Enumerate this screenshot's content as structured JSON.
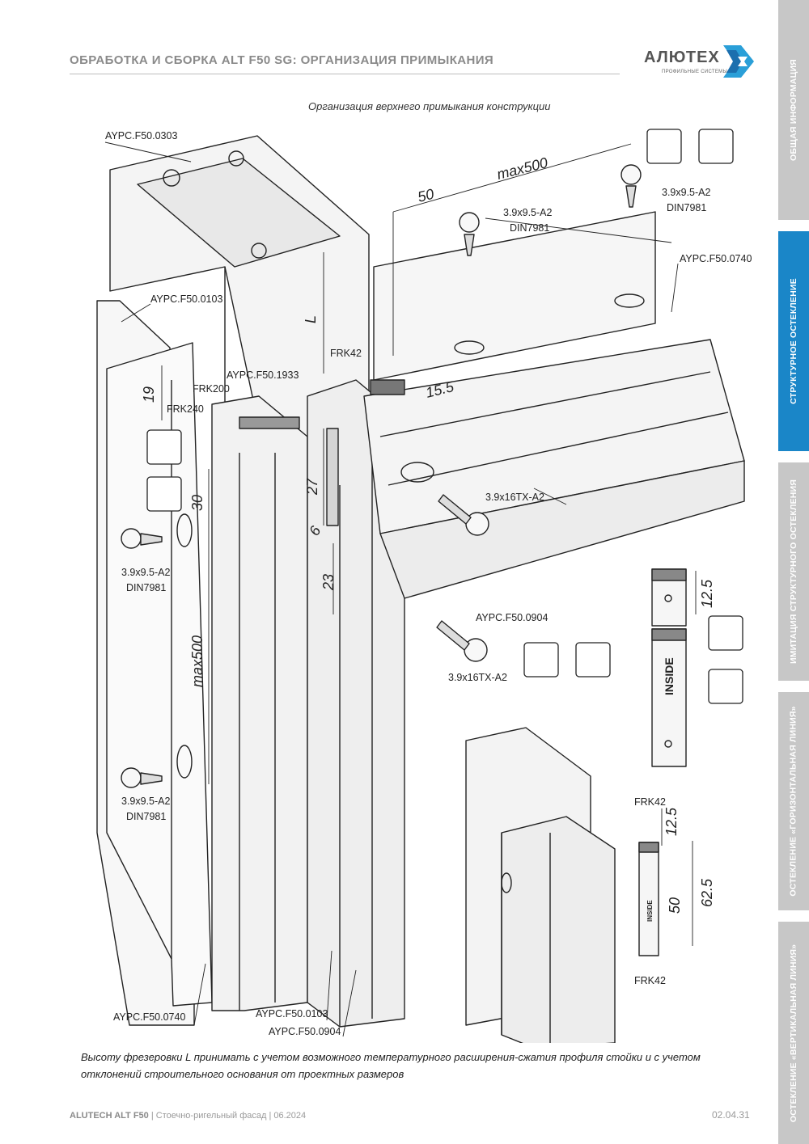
{
  "header": {
    "title": "ОБРАБОТКА И СБОРКА ALT F50 SG: ОРГАНИЗАЦИЯ ПРИМЫКАНИЯ",
    "logo_text": "АЛЮТЕХ",
    "logo_sub": "ПРОФИЛЬНЫЕ СИСТЕМЫ"
  },
  "sidebar": {
    "tabs": [
      {
        "label": "ОБЩАЯ ИНФОРМАЦИЯ",
        "active": false
      },
      {
        "label": "СТРУКТУРНОЕ ОСТЕКЛЕНИЕ",
        "active": true
      },
      {
        "label": "ИМИТАЦИЯ СТРУКТУРНОГО ОСТЕКЛЕНИЯ",
        "active": false
      },
      {
        "label": "ОСТЕКЛЕНИЕ «ГОРИЗОНТАЛЬНАЯ ЛИНИЯ»",
        "active": false
      },
      {
        "label": "ОСТЕКЛЕНИЕ «ВЕРТИКАЛЬНАЯ ЛИНИЯ»",
        "active": false
      }
    ],
    "active_color": "#1a86c8",
    "inactive_color": "#c7c7c7"
  },
  "drawing": {
    "caption": "Организация верхнего примыкания конструкции",
    "labels": {
      "p0303": "AYPC.F50.0303",
      "p0103_top": "AYPC.F50.0103",
      "p0740_top": "AYPC.F50.0740",
      "p1933": "AYPC.F50.1933",
      "frk42_top": "FRK42",
      "frk200": "FRK200",
      "frk240": "FRK240",
      "screw_a": "3.9x9.5-A2",
      "din_a": "DIN7981",
      "screw_b": "3.9x9.5-A2",
      "din_b": "DIN7981",
      "screw_l1": "3.9x9.5-A2",
      "din_l1": "DIN7981",
      "screw_l2": "3.9x9.5-A2",
      "din_l2": "DIN7981",
      "screw_tx1": "3.9x16TX-A2",
      "screw_tx2": "3.9x16TX-A2",
      "p0904_mid": "AYPC.F50.0904",
      "p0740_bot": "AYPC.F50.0740",
      "p0103_bot": "AYPC.F50.0103",
      "p0904_bot": "AYPC.F50.0904",
      "frk42_a": "FRK42",
      "frk42_b": "FRK42",
      "inside": "INSIDE",
      "inside_small": "INSIDE"
    },
    "dims": {
      "d50": "50",
      "max500_top": "max500",
      "L": "L",
      "d15_5": "15.5",
      "d19": "19",
      "d30": "30",
      "d27": "27",
      "d6": "6",
      "d23": "23",
      "max500_side": "max500",
      "d12_5_a": "12.5",
      "d12_5_b": "12.5",
      "d62_5": "62.5",
      "d50_b": "50"
    }
  },
  "note": "Высоту фрезеровки L принимать с учетом возможного температурного расширения-сжатия профиля стойки и с учетом отклонений строительного основания от проектных размеров",
  "footer": {
    "brand": "ALUTECH ALT F50",
    "sep1": " | ",
    "desc": "Стоечно-ригельный фасад",
    "sep2": " | ",
    "date": "06.2024"
  },
  "page_number": "02.04.31"
}
